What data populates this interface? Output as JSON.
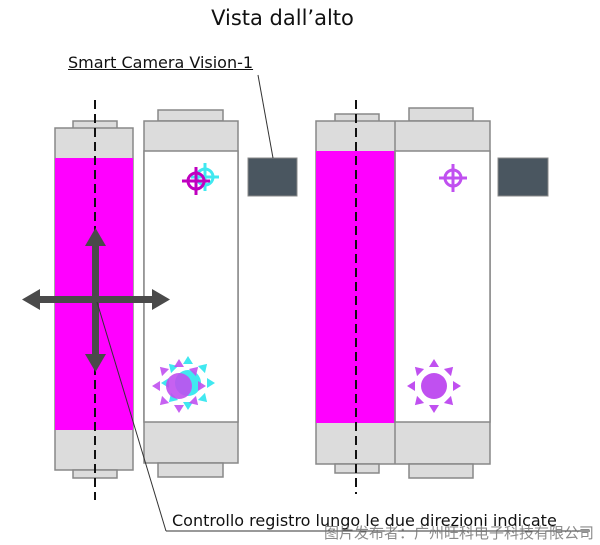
{
  "title": "Vista dall’alto",
  "camera_label": "Smart Camera Vision-1",
  "control_label": "Controllo registro lungo le due direzioni indicate",
  "watermark": "图片发布者：广州旺科电子科技有限公司",
  "colors": {
    "magenta": "#ff00ff",
    "cyan": "#40e8f0",
    "violet": "#c050f0",
    "roller_gray": "#dcdcdc",
    "camera": "#4a5660",
    "arrow": "#4a4a4a"
  },
  "icons": [
    "registration-target-icon",
    "sun-mark-icon",
    "camera-icon",
    "bidirectional-arrow-icon"
  ]
}
